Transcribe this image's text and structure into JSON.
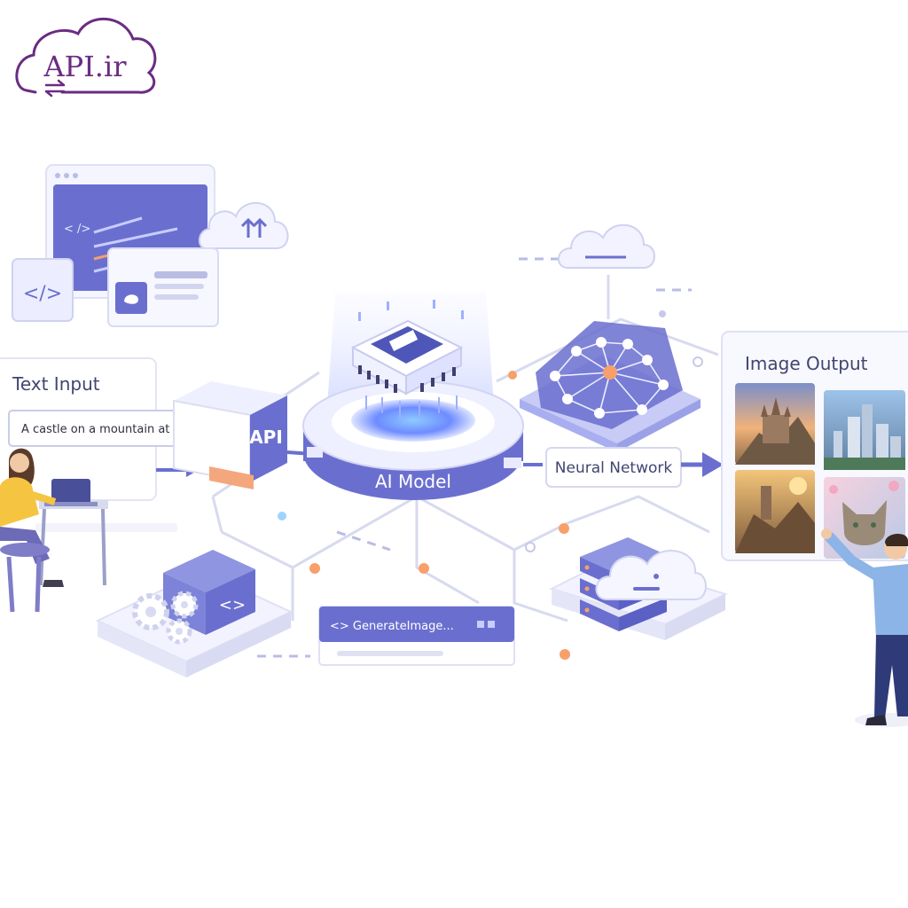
{
  "logo": {
    "text": "API.ir",
    "color": "#6a2c82"
  },
  "text_input": {
    "title": "Text Input",
    "prompt": "A castle on a mountain at sunset"
  },
  "api_box": {
    "label": "API"
  },
  "ai_model": {
    "label": "AI Model"
  },
  "neural_network": {
    "label": "Neural Network"
  },
  "image_output": {
    "title": "Image Output"
  },
  "code_bar": {
    "label": "<> GenerateImage..."
  },
  "code_icon": {
    "label": "</>"
  },
  "colors": {
    "primary": "#6a6fcf",
    "light": "#e9eaff",
    "accent_orange": "#f7a06a",
    "line": "#d7daef"
  }
}
